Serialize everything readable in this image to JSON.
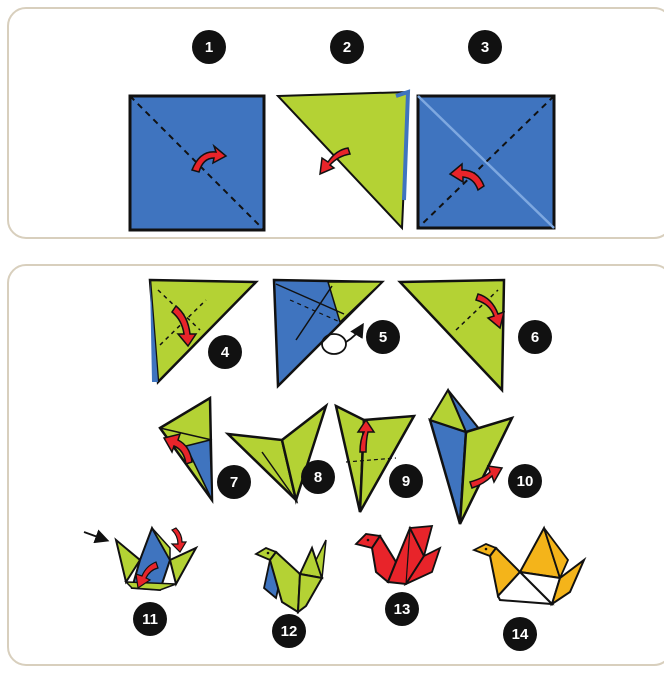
{
  "colors": {
    "panel_border": "#d8cfbd",
    "blue": "#3f74bf",
    "blue_light": "#5a8fd6",
    "green": "#b4d234",
    "red": "#e8242a",
    "yellow": "#f4b41a",
    "white": "#ffffff",
    "ink": "#111111",
    "badge": "#111111"
  },
  "panels": [
    {
      "name": "step-1-3-panel",
      "steps": [
        "1",
        "2",
        "3"
      ]
    },
    {
      "name": "step-4-14-panel",
      "steps": [
        "4",
        "5",
        "6",
        "7",
        "8",
        "9",
        "10",
        "11",
        "12",
        "13",
        "14"
      ]
    }
  ],
  "steps": {
    "s1": "1",
    "s2": "2",
    "s3": "3",
    "s4": "4",
    "s5": "5",
    "s6": "6",
    "s7": "7",
    "s8": "8",
    "s9": "9",
    "s10": "10",
    "s11": "11",
    "s12": "12",
    "s13": "13",
    "s14": "14"
  }
}
